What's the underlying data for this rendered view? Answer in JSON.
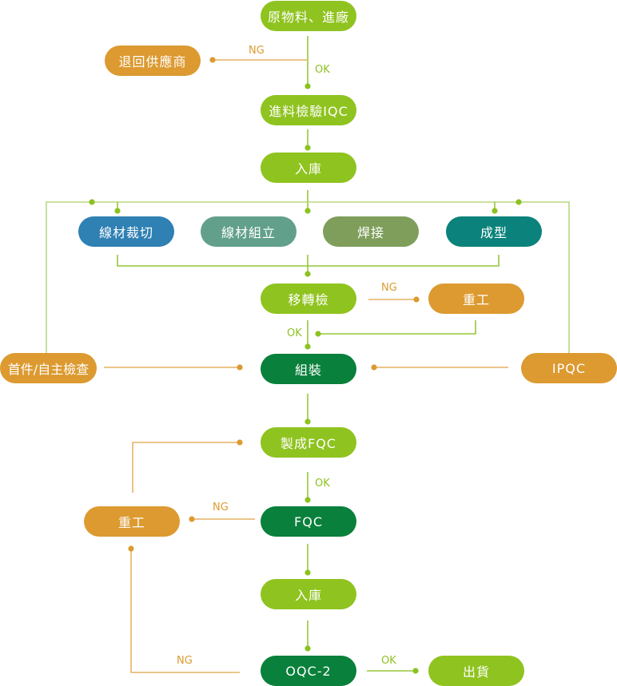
{
  "title": "Quality control process flow",
  "colors": {
    "light_green": "#8fc31f",
    "dark_green": "#09803b",
    "orange": "#dc9a30",
    "blue": "#2f80b3",
    "sage": "#62a08b",
    "olive": "#7f9e5b",
    "teal": "#0b827b",
    "wire_green": "#96c63a",
    "wire_light_green": "#b8d980",
    "wire_orange": "#e6b264"
  },
  "nodes": {
    "raw_material": {
      "label": "原物料、進廠"
    },
    "return_supplier": {
      "label": "退回供應商"
    },
    "iqc": {
      "label": "進料檢驗IQC"
    },
    "warehouse_in_1": {
      "label": "入庫"
    },
    "wire_cutting": {
      "label": "線材裁切"
    },
    "wire_assembly": {
      "label": "線材組立"
    },
    "welding": {
      "label": "焊接"
    },
    "forming": {
      "label": "成型"
    },
    "transfer_inspection": {
      "label": "移轉檢"
    },
    "rework_1": {
      "label": "重工"
    },
    "first_article_self_check": {
      "label": "首件/自主檢查"
    },
    "assembly": {
      "label": "組裝"
    },
    "ipqc": {
      "label": "IPQC"
    },
    "process_fqc": {
      "label": "製成FQC"
    },
    "rework_2": {
      "label": "重工"
    },
    "fqc": {
      "label": "FQC"
    },
    "warehouse_in_2": {
      "label": "入庫"
    },
    "oqc": {
      "label": "OQC-2"
    },
    "shipping": {
      "label": "出貨"
    }
  },
  "edge_labels": {
    "raw_to_return_ng": "NG",
    "raw_to_iqc_ok": "OK",
    "transfer_to_rework_ng": "NG",
    "transfer_to_assembly_ok": "OK",
    "process_fqc_to_fqc_ok": "OK",
    "fqc_to_rework_ng": "NG",
    "oqc_to_rework_ng": "NG",
    "oqc_to_shipping_ok": "OK"
  }
}
